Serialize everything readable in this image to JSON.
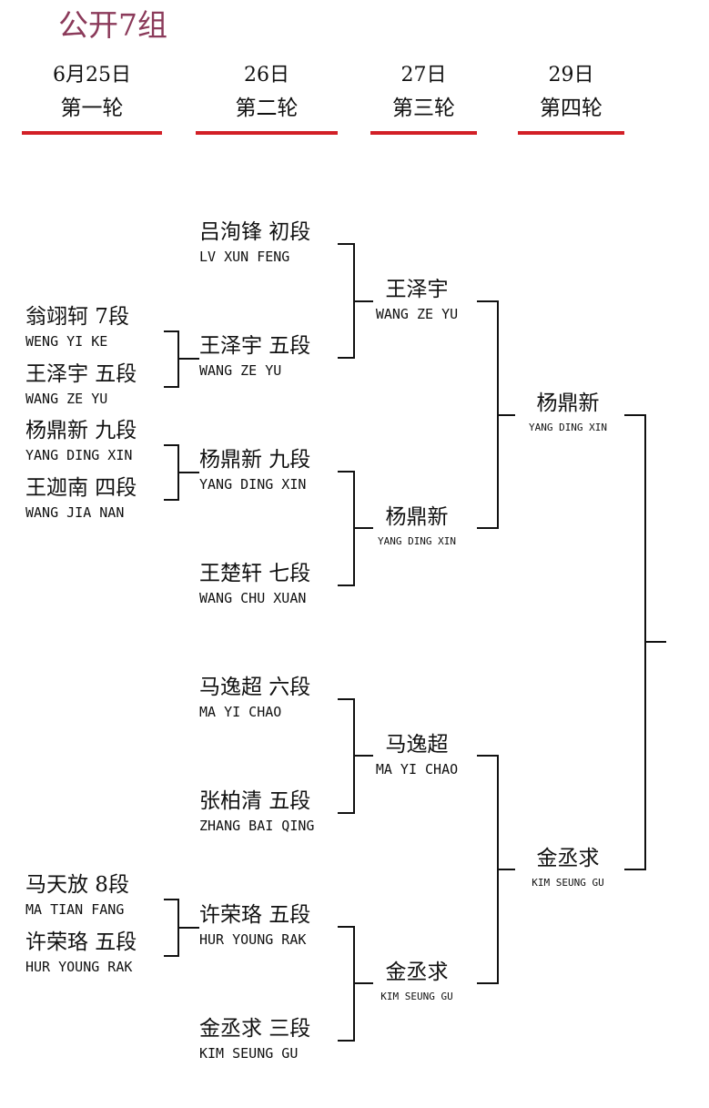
{
  "group_title": "公开7组",
  "accent_color": "#d21f26",
  "title_color": "#8b3a5a",
  "rounds": [
    {
      "date": "6月25日",
      "name": "第一轮"
    },
    {
      "date": "26日",
      "name": "第二轮"
    },
    {
      "date": "27日",
      "name": "第三轮"
    },
    {
      "date": "29日",
      "name": "第四轮"
    }
  ],
  "round1": [
    {
      "cn": "翁翊轲  7段",
      "en": "WENG YI KE"
    },
    {
      "cn": "王泽宇  五段",
      "en": "WANG ZE YU"
    },
    {
      "cn": "杨鼎新  九段",
      "en": "YANG DING XIN"
    },
    {
      "cn": "王迦南  四段",
      "en": "WANG JIA NAN"
    },
    {
      "cn": "马天放  8段",
      "en": "MA TIAN FANG"
    },
    {
      "cn": "许荣珞  五段",
      "en": "HUR YOUNG RAK"
    }
  ],
  "round2": [
    {
      "cn": "吕洵锋  初段",
      "en": "LV XUN FENG"
    },
    {
      "cn": "王泽宇  五段",
      "en": "WANG ZE YU"
    },
    {
      "cn": "杨鼎新  九段",
      "en": "YANG DING XIN"
    },
    {
      "cn": "王楚轩  七段",
      "en": "WANG CHU XUAN"
    },
    {
      "cn": "马逸超  六段",
      "en": "MA YI CHAO"
    },
    {
      "cn": "张柏清  五段",
      "en": "ZHANG BAI QING"
    },
    {
      "cn": "许荣珞  五段",
      "en": "HUR YOUNG RAK"
    },
    {
      "cn": "金丞求  三段",
      "en": "KIM SEUNG GU"
    }
  ],
  "round3": [
    {
      "cn": "王泽宇",
      "en": "WANG ZE YU"
    },
    {
      "cn": "杨鼎新",
      "en": "YANG DING XIN"
    },
    {
      "cn": "马逸超",
      "en": "MA YI CHAO"
    },
    {
      "cn": "金丞求",
      "en": "KIM SEUNG GU"
    }
  ],
  "round4": [
    {
      "cn": "杨鼎新",
      "en": "YANG DING XIN"
    },
    {
      "cn": "金丞求",
      "en": "KIM SEUNG GU"
    }
  ]
}
